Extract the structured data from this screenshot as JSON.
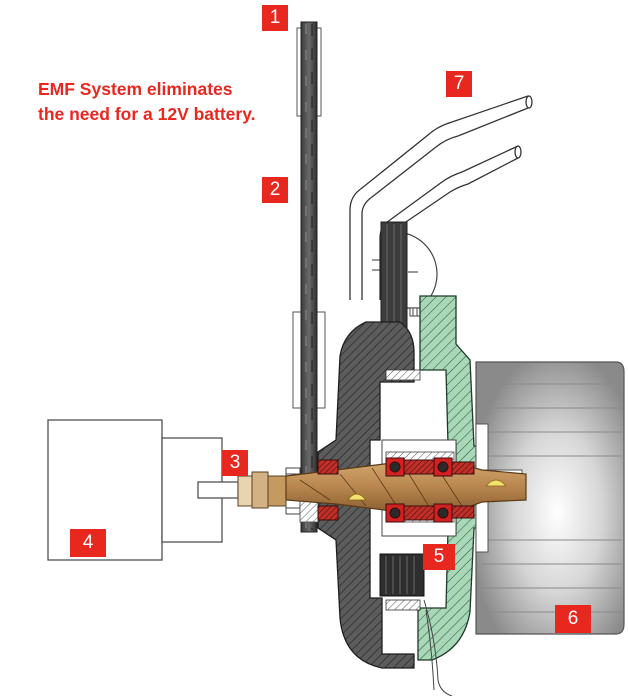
{
  "caption": {
    "line1": "EMF System eliminates",
    "line2": "the need for a 12V battery."
  },
  "labels": [
    "1",
    "2",
    "3",
    "4",
    "5",
    "6",
    "7"
  ],
  "colors": {
    "accent_red": "#e8281e",
    "housing_gray": "#5c5c5c",
    "stator_green": "#a8d8b8",
    "shaft_brown": "#b8864e",
    "bearing_red": "#d42020",
    "coil_red": "#c0302a"
  }
}
